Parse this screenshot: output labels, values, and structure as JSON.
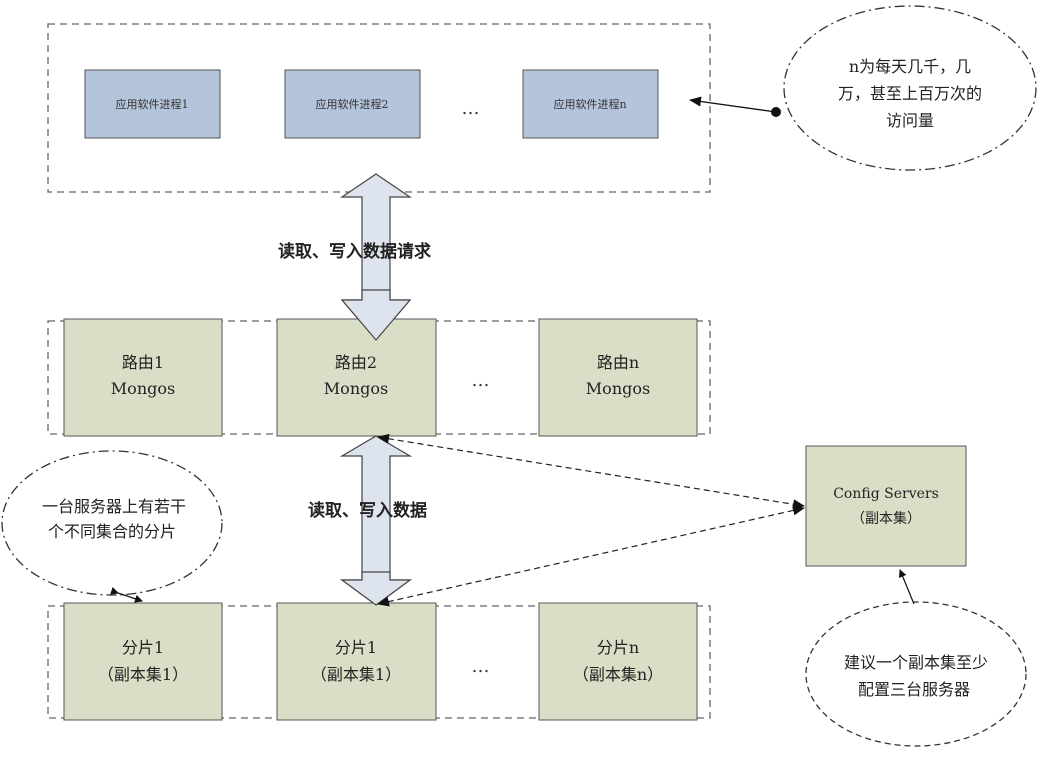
{
  "app_tier": {
    "processes": [
      "应用软件进程1",
      "应用软件进程2",
      "应用软件进程n"
    ],
    "ellipsis": "…",
    "note_lines": [
      "n为每天几千，几",
      "万，甚至上百万次的",
      "访问量"
    ]
  },
  "router_tier": {
    "routers": [
      {
        "line1": "路由1",
        "line2": "Mongos"
      },
      {
        "line1": "路由2",
        "line2": "Mongos"
      },
      {
        "line1": "路由n",
        "line2": "Mongos"
      }
    ],
    "ellipsis": "…"
  },
  "shard_tier": {
    "shards": [
      {
        "line1": "分片1",
        "line2": "（副本集1）"
      },
      {
        "line1": "分片1",
        "line2": "（副本集1）"
      },
      {
        "line1": "分片n",
        "line2": "（副本集n）"
      }
    ],
    "ellipsis": "…",
    "note_lines": [
      "一台服务器上有若干",
      "个不同集合的分片"
    ]
  },
  "config_servers": {
    "line1": "Config Servers",
    "line2": "（副本集）",
    "note_lines": [
      "建议一个副本集至少",
      "配置三台服务器"
    ]
  },
  "arrows": {
    "top_label": "读取、写入数据请求",
    "bottom_label": "读取、写入数据"
  }
}
